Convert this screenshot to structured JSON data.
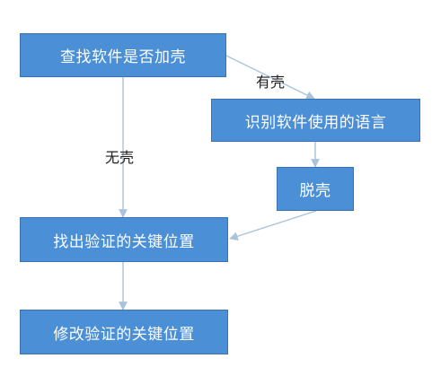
{
  "diagram": {
    "nodes": {
      "check_packed": "查找软件是否加壳",
      "identify_language": "识别软件使用的语言",
      "unpack": "脱壳",
      "find_key": "找出验证的关键位置",
      "modify_key": "修改验证的关键位置"
    },
    "edge_labels": {
      "packed": "有壳",
      "not_packed": "无壳"
    },
    "colors": {
      "node_fill": "#4b8fd6",
      "node_border": "#3a73b4",
      "node_text": "#ffffff",
      "edge": "#a9c3dd"
    }
  }
}
